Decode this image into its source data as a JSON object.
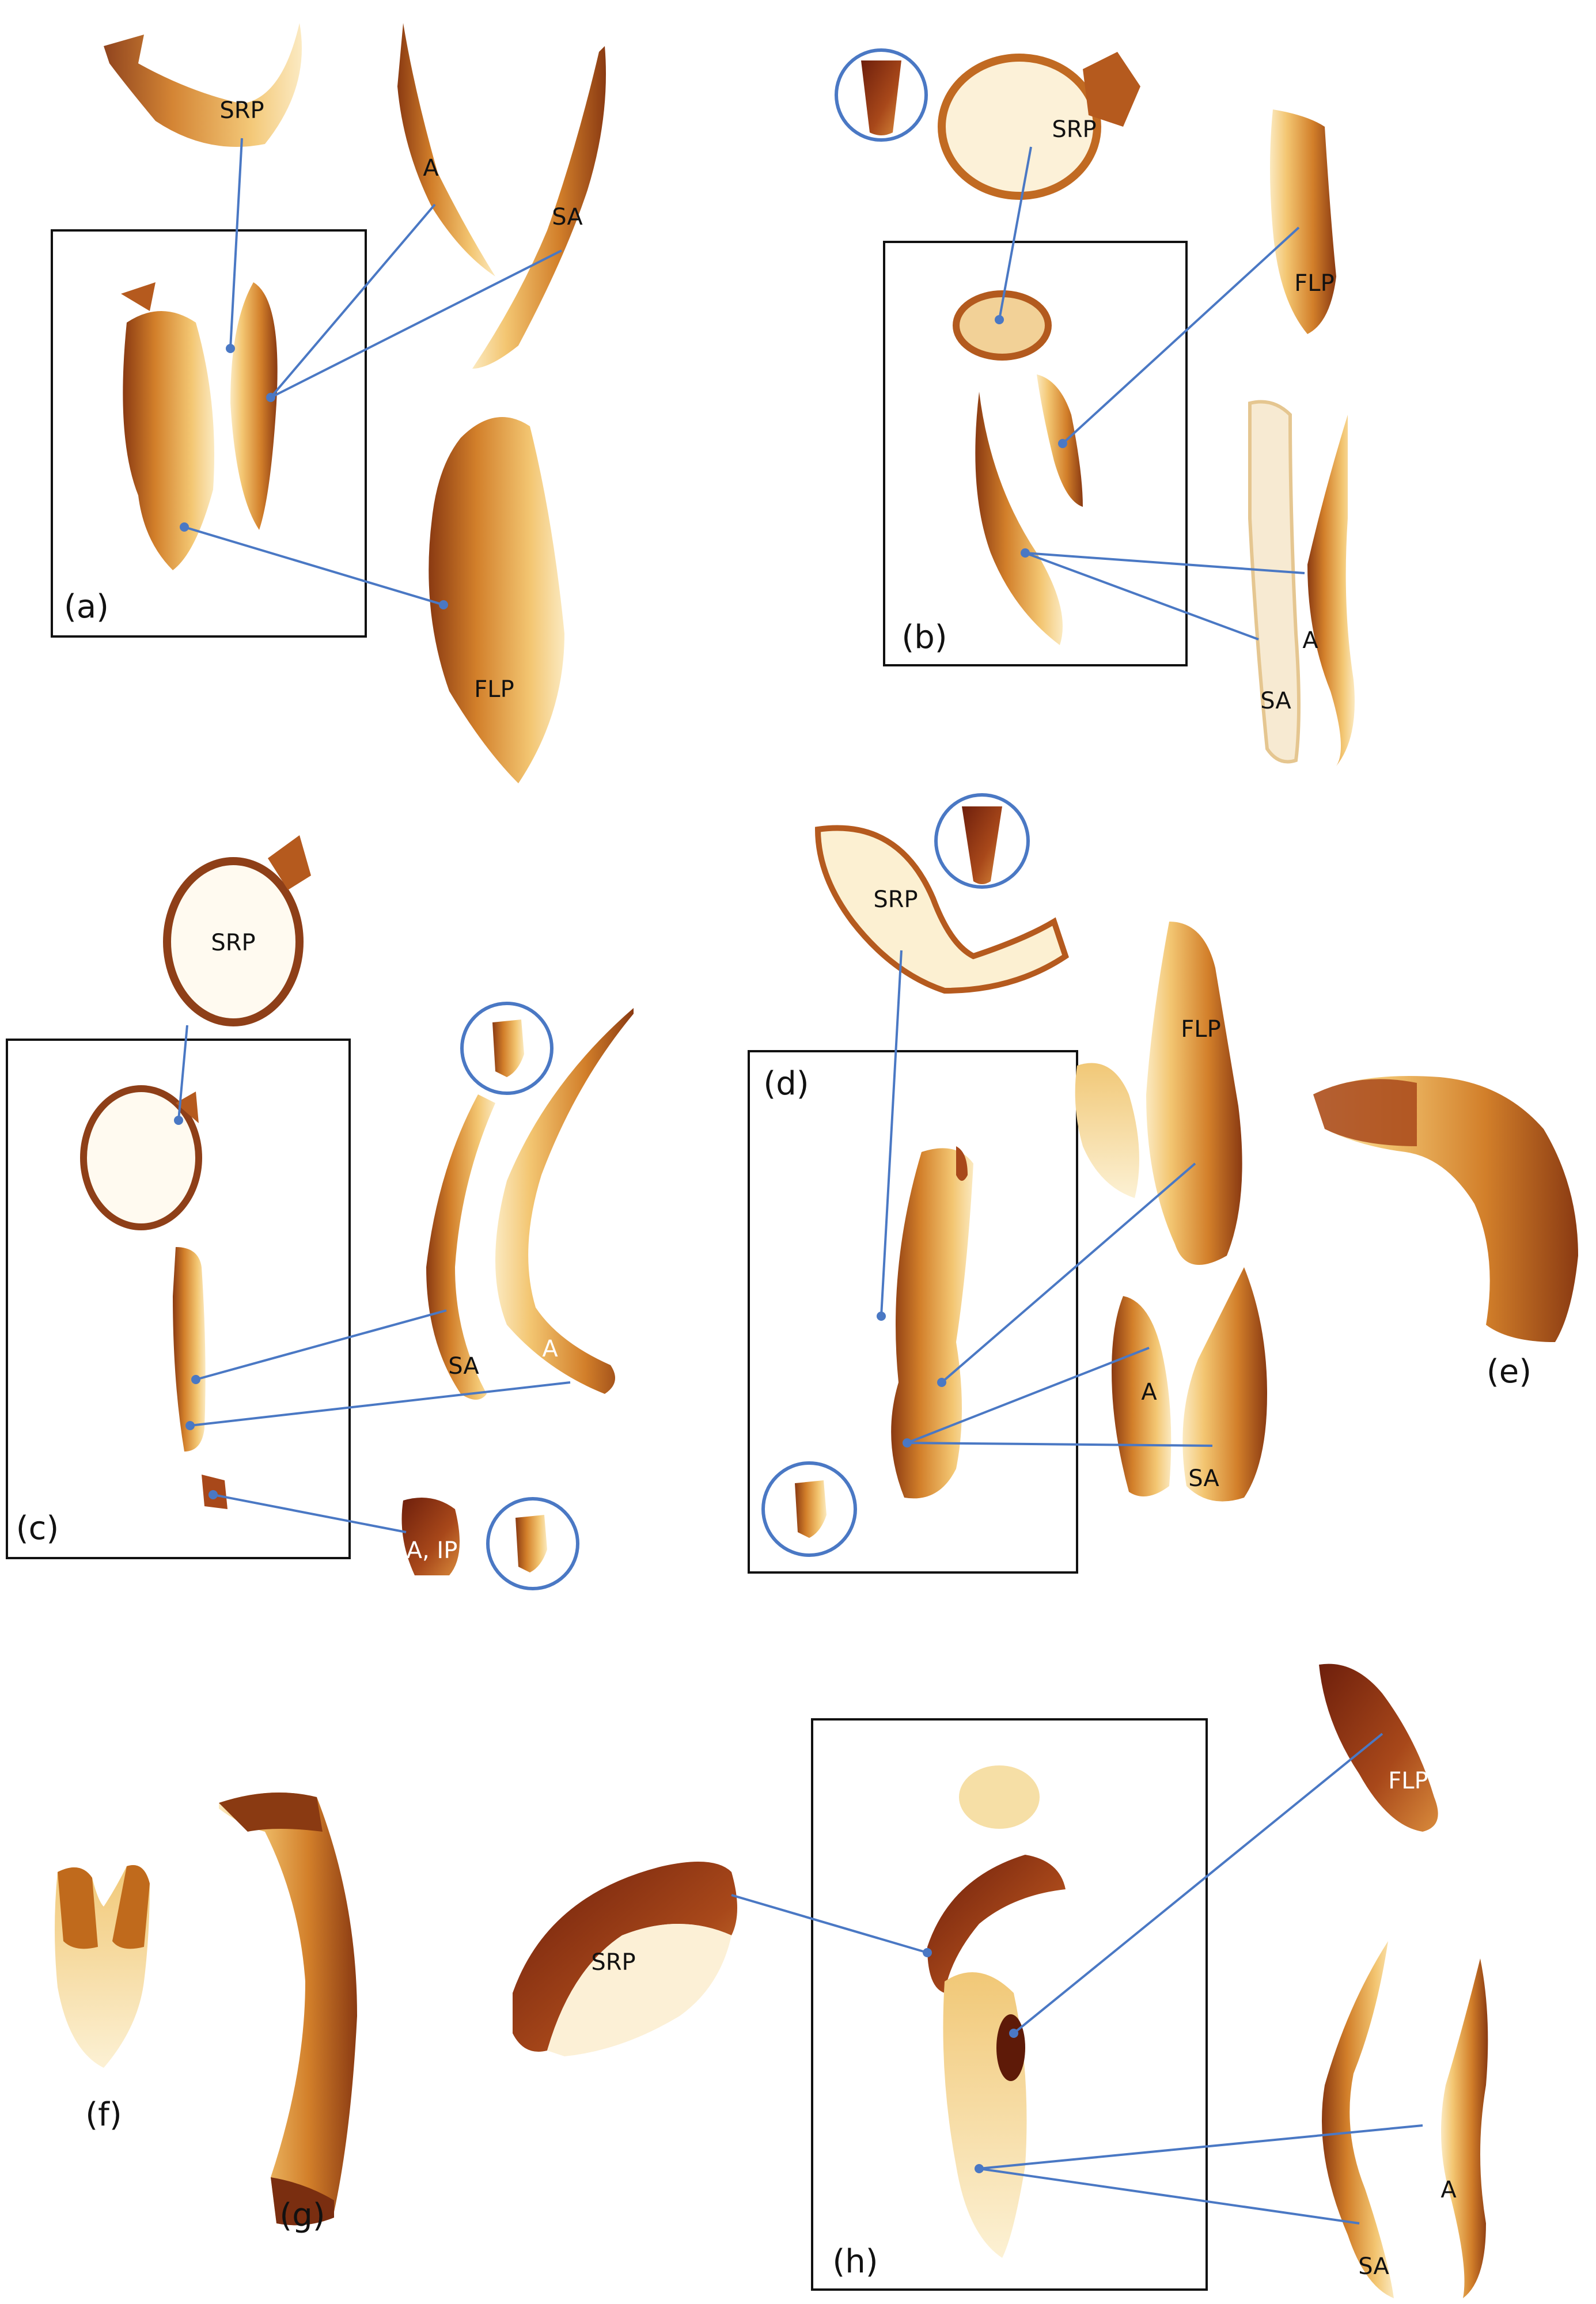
{
  "labels": {
    "srp": "SRP",
    "flp": "FLP",
    "a": "A",
    "sa": "SA",
    "a_ip": "A, IP"
  },
  "panels": {
    "a": "(a)",
    "b": "(b)",
    "c": "(c)",
    "d": "(d)",
    "e": "(e)",
    "f": "(f)",
    "g": "(g)",
    "h": "(h)"
  },
  "colors": {
    "sclerite_dark": "#8a3a12",
    "sclerite_mid": "#c06a1c",
    "sclerite_light": "#e8a948",
    "membrane": "#f6dfa6",
    "leader": "#4a78c4"
  }
}
